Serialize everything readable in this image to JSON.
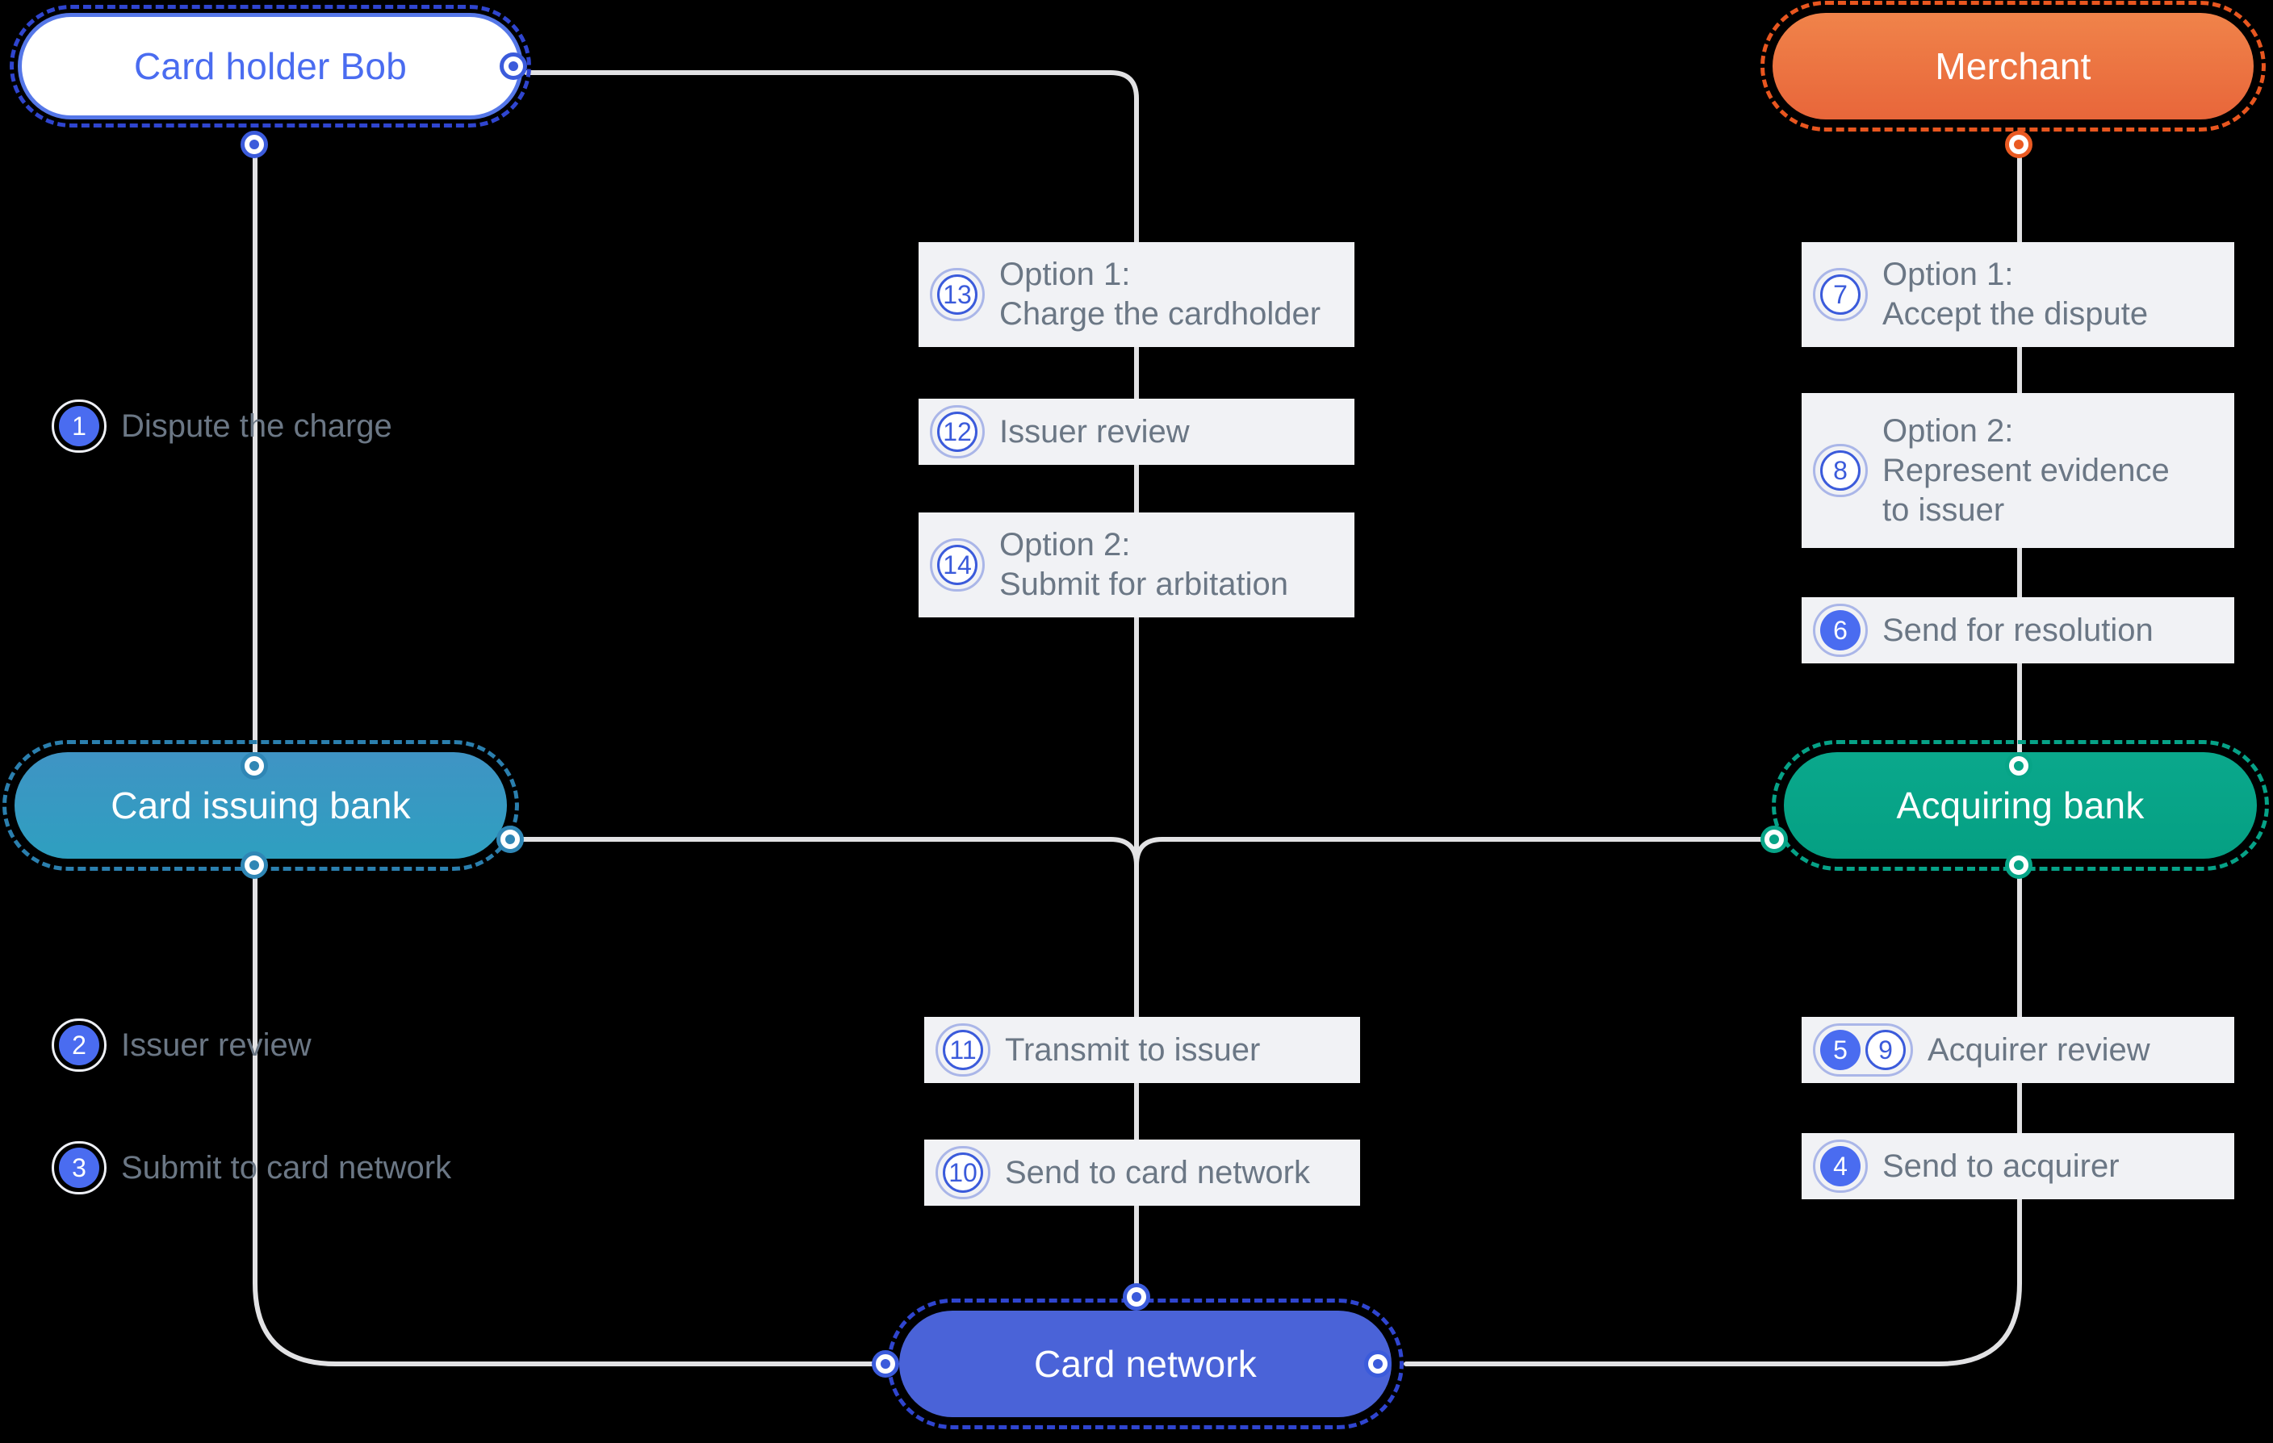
{
  "diagram": {
    "title": "Card dispute / chargeback flow",
    "background": "#000000",
    "edge_color": "#e0e0e0"
  },
  "nodes": [
    {
      "id": "cardholder",
      "label": "Card holder Bob",
      "fill": "#ffffff",
      "text_color": "#4a6cf0",
      "border_color": "#5577e8",
      "selection_color": "#2f45cf"
    },
    {
      "id": "merchant",
      "label": "Merchant",
      "fill": "#ea7340",
      "text_color": "#ffffff",
      "border_color": "#ea7340",
      "selection_color": "#e8561f"
    },
    {
      "id": "issuing",
      "label": "Card issuing bank",
      "fill": "#3497c2",
      "text_color": "#ffffff",
      "border_color": "#3497c2",
      "selection_color": "#2b7fae"
    },
    {
      "id": "acquiring",
      "label": "Acquiring bank",
      "fill": "#07a487",
      "text_color": "#ffffff",
      "border_color": "#07a487",
      "selection_color": "#06a287"
    },
    {
      "id": "network",
      "label": "Card network",
      "fill": "#4a63d8",
      "text_color": "#ffffff",
      "border_color": "#4a63d8",
      "selection_color": "#2f45cf"
    }
  ],
  "steps": [
    {
      "key": "s1",
      "numbers": [
        "1"
      ],
      "styles": [
        "filled"
      ],
      "text": "Dispute the charge",
      "box": false,
      "ring": "white"
    },
    {
      "key": "s2",
      "numbers": [
        "2"
      ],
      "styles": [
        "filled"
      ],
      "text": "Issuer review",
      "box": false,
      "ring": "white"
    },
    {
      "key": "s3",
      "numbers": [
        "3"
      ],
      "styles": [
        "filled"
      ],
      "text": "Submit to card network",
      "box": false,
      "ring": "white"
    },
    {
      "key": "s4",
      "numbers": [
        "4"
      ],
      "styles": [
        "filled"
      ],
      "text": "Send to acquirer",
      "box": true,
      "ring": "blue"
    },
    {
      "key": "s59",
      "numbers": [
        "5",
        "9"
      ],
      "styles": [
        "filled",
        "outline"
      ],
      "text": "Acquirer review",
      "box": true,
      "ring": "blue"
    },
    {
      "key": "s6",
      "numbers": [
        "6"
      ],
      "styles": [
        "filled"
      ],
      "text": "Send for resolution",
      "box": true,
      "ring": "blue"
    },
    {
      "key": "s7",
      "numbers": [
        "7"
      ],
      "styles": [
        "outline"
      ],
      "text": "Option 1:\nAccept the dispute",
      "box": true,
      "ring": "blue"
    },
    {
      "key": "s8",
      "numbers": [
        "8"
      ],
      "styles": [
        "outline"
      ],
      "text": "Option 2:\nRepresent evidence\nto issuer",
      "box": true,
      "ring": "blue"
    },
    {
      "key": "s10",
      "numbers": [
        "10"
      ],
      "styles": [
        "outline"
      ],
      "text": "Send to card network",
      "box": true,
      "ring": "blue"
    },
    {
      "key": "s11",
      "numbers": [
        "11"
      ],
      "styles": [
        "outline"
      ],
      "text": "Transmit to issuer",
      "box": true,
      "ring": "blue"
    },
    {
      "key": "s12",
      "numbers": [
        "12"
      ],
      "styles": [
        "outline"
      ],
      "text": "Issuer review",
      "box": true,
      "ring": "blue"
    },
    {
      "key": "s13",
      "numbers": [
        "13"
      ],
      "styles": [
        "outline"
      ],
      "text": "Option 1:\nCharge the cardholder",
      "box": true,
      "ring": "blue"
    },
    {
      "key": "s14",
      "numbers": [
        "14"
      ],
      "styles": [
        "outline"
      ],
      "text": "Option 2:\nSubmit for arbitation",
      "box": true,
      "ring": "blue"
    }
  ]
}
